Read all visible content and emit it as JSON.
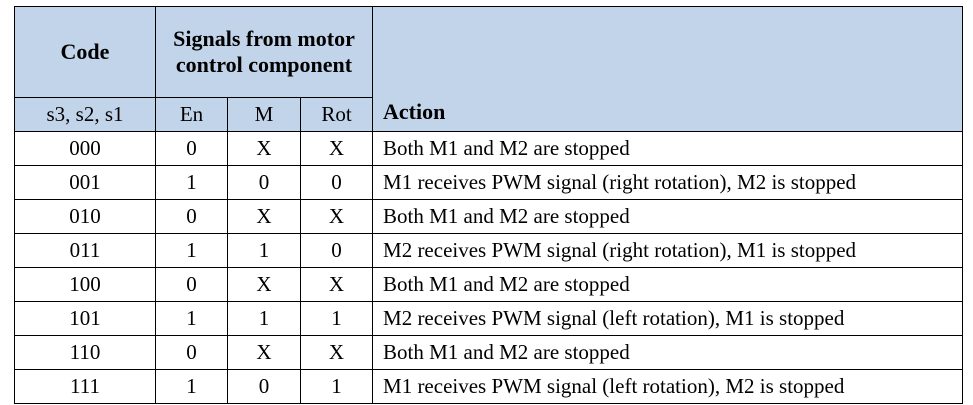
{
  "table": {
    "header": {
      "code_label": "Code",
      "signals_label": "Signals from motor control component",
      "action_label": "Action",
      "sub": {
        "code_sub": "s3, s2, s1",
        "en": "En",
        "m": "M",
        "rot": "Rot"
      }
    },
    "columns": [
      "Code",
      "En",
      "M",
      "Rot",
      "Action"
    ],
    "rows": [
      {
        "code": "000",
        "en": "0",
        "m": "X",
        "rot": "X",
        "action": "Both M1 and M2 are stopped"
      },
      {
        "code": "001",
        "en": "1",
        "m": "0",
        "rot": "0",
        "action": "M1 receives PWM signal (right rotation), M2 is stopped"
      },
      {
        "code": "010",
        "en": "0",
        "m": "X",
        "rot": "X",
        "action": "Both M1 and M2 are stopped"
      },
      {
        "code": "011",
        "en": "1",
        "m": "1",
        "rot": "0",
        "action": "M2 receives PWM signal (right rotation), M1 is stopped"
      },
      {
        "code": "100",
        "en": "0",
        "m": "X",
        "rot": "X",
        "action": "Both M1 and M2 are stopped"
      },
      {
        "code": "101",
        "en": "1",
        "m": "1",
        "rot": "1",
        "action": "M2 receives PWM signal (left rotation), M1 is stopped"
      },
      {
        "code": "110",
        "en": "0",
        "m": "X",
        "rot": "X",
        "action": "Both M1 and M2 are stopped"
      },
      {
        "code": "111",
        "en": "1",
        "m": "0",
        "rot": "1",
        "action": "M1 receives PWM signal (left rotation), M2 is stopped"
      }
    ]
  },
  "colors": {
    "header_background": "#c2d4ea",
    "border": "#000000",
    "text": "#000000",
    "body_background": "#ffffff"
  }
}
